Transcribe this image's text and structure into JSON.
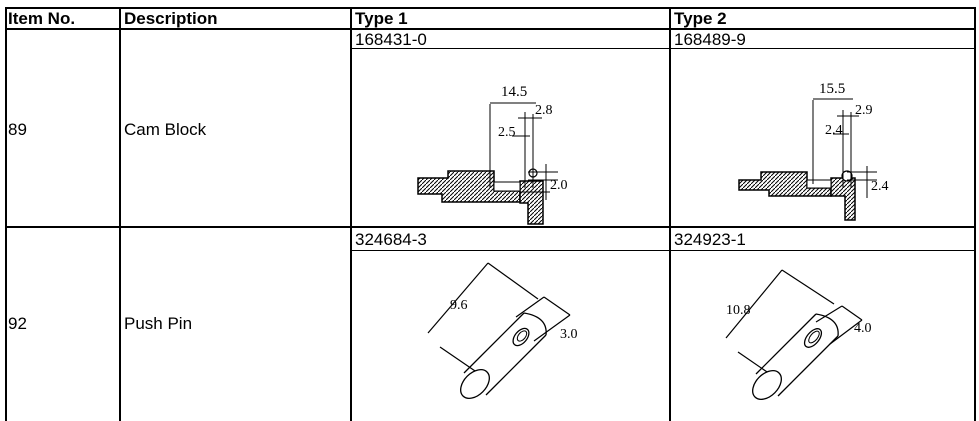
{
  "table": {
    "headers": {
      "item_no": "Item No.",
      "description": "Description",
      "type1": "Type 1",
      "type2": "Type 2"
    },
    "rows": [
      {
        "item": "89",
        "description": "Cam Block",
        "type1": {
          "part_no": "168431-0",
          "dims": [
            "14.5",
            "2.8",
            "2.5",
            "2.0"
          ]
        },
        "type2": {
          "part_no": "168489-9",
          "dims": [
            "15.5",
            "2.9",
            "2.4",
            "2.4"
          ]
        }
      },
      {
        "item": "92",
        "description": "Push Pin",
        "type1": {
          "part_no": "324684-3",
          "dims": [
            "9.6",
            "3.0"
          ]
        },
        "type2": {
          "part_no": "324923-1",
          "dims": [
            "10.8",
            "4.0"
          ]
        }
      }
    ]
  }
}
